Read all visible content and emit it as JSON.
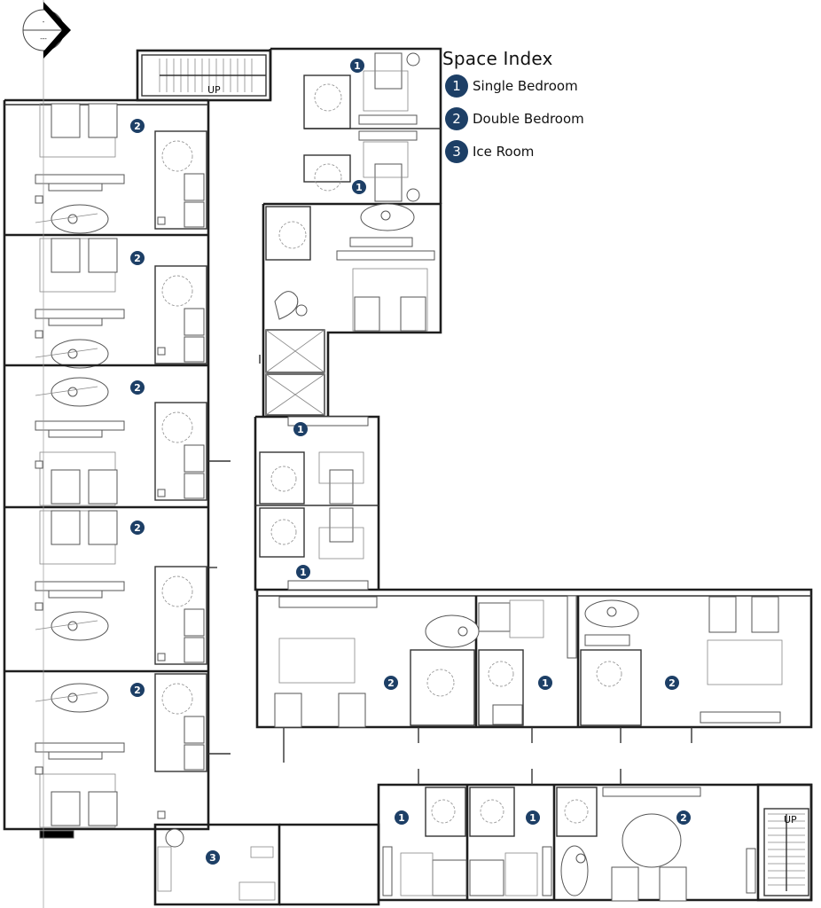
{
  "legend": {
    "title": "Space Index",
    "items": [
      {
        "number": "1",
        "label": "Single Bedroom"
      },
      {
        "number": "2",
        "label": "Double Bedroom"
      },
      {
        "number": "3",
        "label": "Ice Room"
      }
    ]
  },
  "north_arrow": {
    "top_text": "-",
    "bottom_text": "---"
  },
  "stairs": [
    {
      "label": "UP"
    },
    {
      "label": "UP"
    }
  ],
  "rooms": [
    {
      "number": "1"
    },
    {
      "number": "1"
    },
    {
      "number": "2"
    },
    {
      "number": "2"
    },
    {
      "number": "2"
    },
    {
      "number": "2"
    },
    {
      "number": "2"
    },
    {
      "number": "1"
    },
    {
      "number": "1"
    },
    {
      "number": "2"
    },
    {
      "number": "1"
    },
    {
      "number": "2"
    },
    {
      "number": "3"
    },
    {
      "number": "1"
    },
    {
      "number": "1"
    },
    {
      "number": "2"
    }
  ],
  "colors": {
    "marker": "#1d3f66",
    "walls": "#1e1e1e"
  }
}
